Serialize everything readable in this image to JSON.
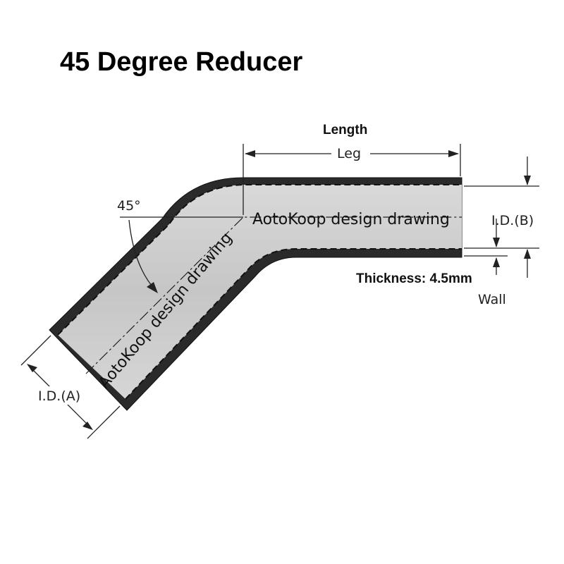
{
  "title": "45 Degree Reducer",
  "labels": {
    "length": "Length",
    "leg": "Leg",
    "angle": "45°",
    "id_a": "I.D.(A)",
    "id_b": "I.D.(B)",
    "thickness": "Thickness: 4.5mm",
    "wall": "Wall"
  },
  "watermark": "AotoKoop design drawing",
  "colors": {
    "wall": "#2a2a2a",
    "bore": "#cfcfcf",
    "dash": "#111111"
  }
}
